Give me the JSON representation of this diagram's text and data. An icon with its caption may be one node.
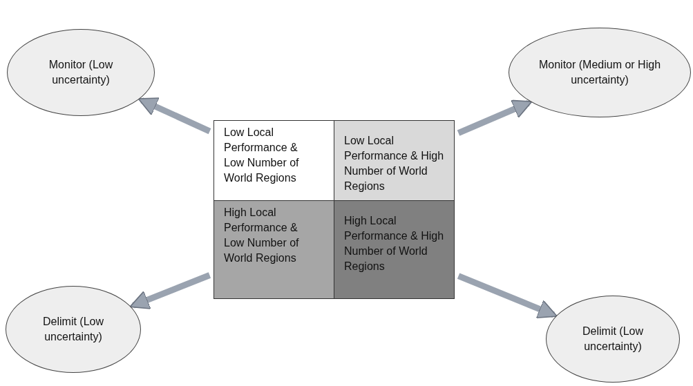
{
  "diagram": {
    "nodes": [
      {
        "text": [
          "Monitor (Low uncertainty)"
        ]
      },
      {
        "text": [
          "Monitor (Medium or High uncertainty)"
        ]
      },
      {
        "text": [
          "Low Local Performance & Low Number of World Regions"
        ]
      },
      {
        "text": [
          "Low Local Performance & High Number of World Regions"
        ]
      },
      {
        "text": [
          "High Local Performance & Low Number of World Regions"
        ]
      },
      {
        "text": [
          "High Local Performance & High Number of World Regions"
        ]
      },
      {
        "text": [
          "Delimit (Low uncertainty)"
        ]
      },
      {
        "text": [
          "Delimit (Low uncertainty)"
        ]
      }
    ],
    "edges": [
      {
        "from": 2,
        "to": 0,
        "arrow": "to"
      },
      {
        "from": 3,
        "to": 1,
        "arrow": "to"
      },
      {
        "from": 4,
        "to": 6,
        "arrow": "to"
      },
      {
        "from": 5,
        "to": 7,
        "arrow": "to"
      }
    ]
  }
}
